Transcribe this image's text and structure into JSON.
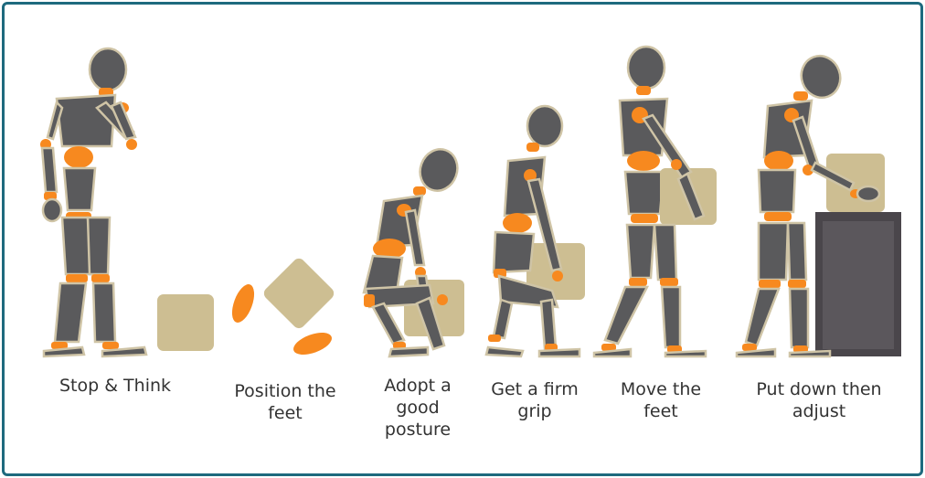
{
  "colors": {
    "frame": "#1e6a7e",
    "figure": "#5a5a5c",
    "joint": "#f7891f",
    "box": "#cdbe92",
    "platform": "#4a464b",
    "caption": "#333333"
  },
  "steps": [
    {
      "label_lines": [
        "Stop & Think"
      ]
    },
    {
      "label_lines": [
        "Position the",
        "feet"
      ]
    },
    {
      "label_lines": [
        "Adopt a",
        "good",
        "posture"
      ]
    },
    {
      "label_lines": [
        "Get a firm",
        "grip"
      ]
    },
    {
      "label_lines": [
        "Move the",
        "feet"
      ]
    },
    {
      "label_lines": [
        "Put down then",
        "adjust"
      ]
    }
  ]
}
